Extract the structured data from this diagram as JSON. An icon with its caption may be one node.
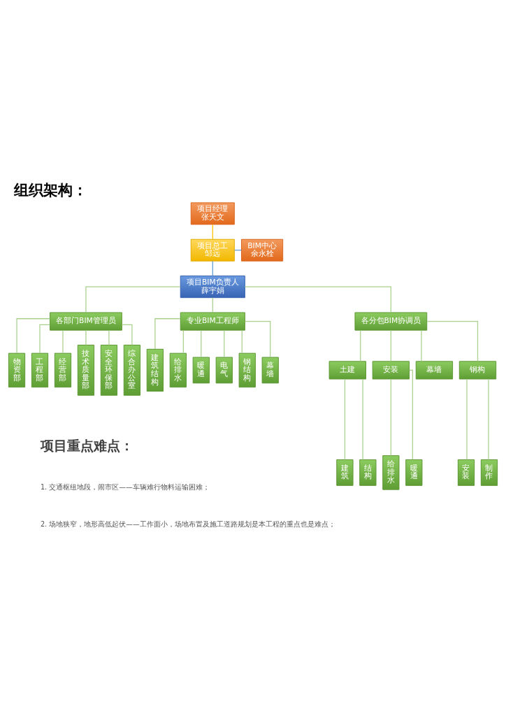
{
  "diagram": {
    "title": "组织架构：",
    "nodes": [
      {
        "text": [
          "项目经理",
          "张天文"
        ]
      },
      {
        "text": [
          "项目总工",
          "邹远"
        ]
      },
      {
        "text": [
          "BIM中心",
          "余永栓"
        ]
      },
      {
        "text": [
          "项目BIM负责人",
          "薛宇娟"
        ]
      },
      {
        "text": [
          "各部门BIM管理员"
        ]
      },
      {
        "text": [
          "专业BIM工程师"
        ]
      },
      {
        "text": [
          "各分包BIM协调员"
        ]
      },
      {
        "text": [
          "物资部"
        ]
      },
      {
        "text": [
          "工程部"
        ]
      },
      {
        "text": [
          "经营部"
        ]
      },
      {
        "text": [
          "技术质量部"
        ]
      },
      {
        "text": [
          "安全环保部"
        ]
      },
      {
        "text": [
          "综合办公室"
        ]
      },
      {
        "text": [
          "建筑结构"
        ]
      },
      {
        "text": [
          "给排水"
        ]
      },
      {
        "text": [
          "暖通"
        ]
      },
      {
        "text": [
          "电气"
        ]
      },
      {
        "text": [
          "钢结构"
        ]
      },
      {
        "text": [
          "幕墙"
        ]
      },
      {
        "text": [
          "土建"
        ]
      },
      {
        "text": [
          "安装"
        ]
      },
      {
        "text": [
          "幕墙"
        ]
      },
      {
        "text": [
          "钢构"
        ]
      },
      {
        "text": [
          "建筑"
        ]
      },
      {
        "text": [
          "结构"
        ]
      },
      {
        "text": [
          "给排水"
        ]
      },
      {
        "text": [
          "暖通"
        ]
      },
      {
        "text": [
          "安装"
        ]
      },
      {
        "text": [
          "制作"
        ]
      }
    ],
    "edges": [
      {
        "from": 0,
        "to": 1,
        "arrow": "none",
        "color": "#ffc000"
      },
      {
        "from": 1,
        "to": 2,
        "arrow": "none",
        "color": "#5b9bd5"
      },
      {
        "from": 1,
        "to": 3,
        "arrow": "none",
        "color": "#5b9bd5"
      },
      {
        "from": 3,
        "to": 4,
        "arrow": "none"
      },
      {
        "from": 3,
        "to": 5,
        "arrow": "none"
      },
      {
        "from": 3,
        "to": 6,
        "arrow": "none"
      },
      {
        "from": 4,
        "to": 7,
        "arrow": "none"
      },
      {
        "from": 4,
        "to": 8,
        "arrow": "none"
      },
      {
        "from": 4,
        "to": 9,
        "arrow": "none"
      },
      {
        "from": 4,
        "to": 10,
        "arrow": "none"
      },
      {
        "from": 4,
        "to": 11,
        "arrow": "none"
      },
      {
        "from": 4,
        "to": 12,
        "arrow": "none"
      },
      {
        "from": 5,
        "to": 13,
        "arrow": "none"
      },
      {
        "from": 5,
        "to": 14,
        "arrow": "none"
      },
      {
        "from": 5,
        "to": 15,
        "arrow": "none"
      },
      {
        "from": 5,
        "to": 16,
        "arrow": "none"
      },
      {
        "from": 5,
        "to": 17,
        "arrow": "none"
      },
      {
        "from": 5,
        "to": 18,
        "arrow": "none"
      },
      {
        "from": 6,
        "to": 19,
        "arrow": "none"
      },
      {
        "from": 6,
        "to": 20,
        "arrow": "none"
      },
      {
        "from": 6,
        "to": 21,
        "arrow": "none"
      },
      {
        "from": 6,
        "to": 22,
        "arrow": "none"
      },
      {
        "from": 19,
        "to": 23,
        "arrow": "none"
      },
      {
        "from": 19,
        "to": 24,
        "arrow": "none"
      },
      {
        "from": 20,
        "to": 25,
        "arrow": "none"
      },
      {
        "from": 20,
        "to": 26,
        "arrow": "none"
      },
      {
        "from": 22,
        "to": 27,
        "arrow": "none"
      },
      {
        "from": 22,
        "to": 28,
        "arrow": "none"
      }
    ],
    "labels": [
      "项目重点难点：",
      "1. 交通枢纽地段，闹市区——车辆难行物料运输困难；",
      "2. 场地狭窄，地形高低起伏——工作面小，场地布置及施工道路规划是本工程的重点也是难点；"
    ]
  }
}
